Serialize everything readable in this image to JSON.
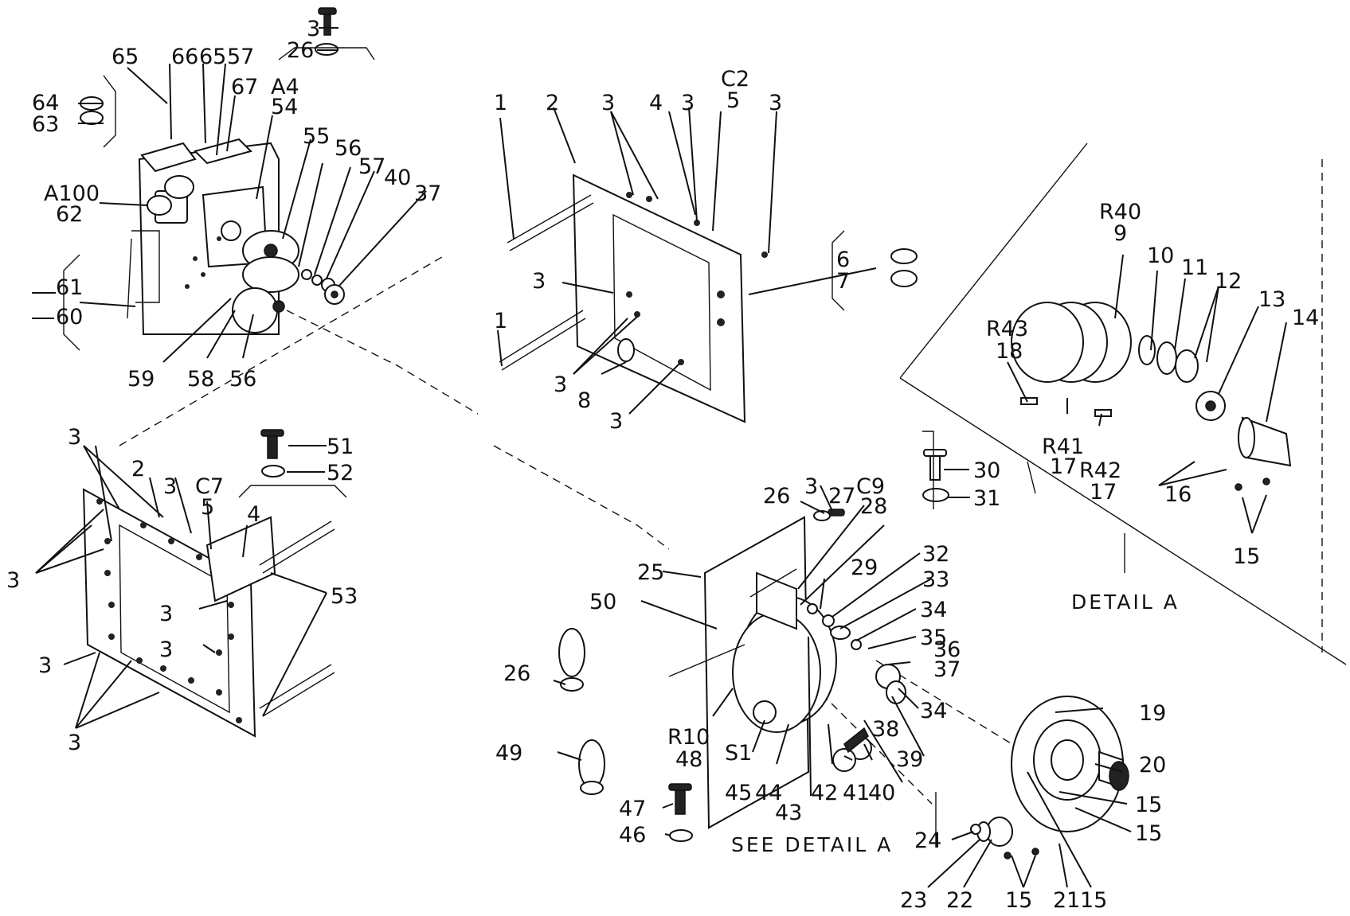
{
  "labels": {
    "l3a": "3",
    "l26a": "26",
    "l65": "65",
    "l66": "66",
    "l65b": "65",
    "l57a": "57",
    "l67": "67",
    "lA4": "A4",
    "l54": "54",
    "l64": "64",
    "l63": "63",
    "lA100": "A100",
    "l62": "62",
    "l55": "55",
    "l56a": "56",
    "l57b": "57",
    "l40a": "40",
    "l37a": "37",
    "l61": "61",
    "l60": "60",
    "l59": "59",
    "l58": "58",
    "l56b": "56",
    "l1a": "1",
    "l2a": "2",
    "l3b": "3",
    "l4a": "4",
    "l3c": "3",
    "lC2": "C2",
    "l5a": "5",
    "l3d": "3",
    "l6": "6",
    "l7": "7",
    "l3e": "3",
    "l1b": "1",
    "l3f": "3",
    "l8": "8",
    "l3g": "3",
    "lR40": "R40",
    "l9": "9",
    "l10": "10",
    "l11": "11",
    "l12": "12",
    "l13": "13",
    "l14": "14",
    "lR43": "R43",
    "l18": "18",
    "lR41": "R41",
    "l17a": "17",
    "lR42": "R42",
    "l17b": "17",
    "l16": "16",
    "l15a": "15",
    "l3h": "3",
    "l2b": "2",
    "l3i": "3",
    "lC7": "C7",
    "l5b": "5",
    "l4b": "4",
    "l51": "51",
    "l52": "52",
    "l3j": "3",
    "l3k": "3",
    "l53": "53",
    "l3l": "3",
    "l3m": "3",
    "l3n": "3",
    "l26b": "26",
    "l3o": "3",
    "l27": "27",
    "lC9": "C9",
    "l28": "28",
    "l30": "30",
    "l31": "31",
    "l25": "25",
    "l29": "29",
    "l32": "32",
    "l33": "33",
    "l50": "50",
    "l34a": "34",
    "l35": "35",
    "l36": "36",
    "l37b": "37",
    "l26c": "26",
    "l34b": "34",
    "l38": "38",
    "l19": "19",
    "lR10": "R10",
    "l48": "48",
    "l39": "39",
    "l49": "49",
    "lS1": "S1",
    "l45": "45",
    "l44": "44",
    "l43": "43",
    "l42": "42",
    "l41": "41",
    "l40b": "40",
    "l20": "20",
    "l47": "47",
    "l46": "46",
    "l15b": "15",
    "l15c": "15",
    "l24": "24",
    "l23": "23",
    "l22": "22",
    "l15d": "15",
    "l21": "21",
    "l15e": "15"
  },
  "captions": {
    "detail_a": "DETAIL A",
    "see_detail_a": "SEE DETAIL A"
  }
}
